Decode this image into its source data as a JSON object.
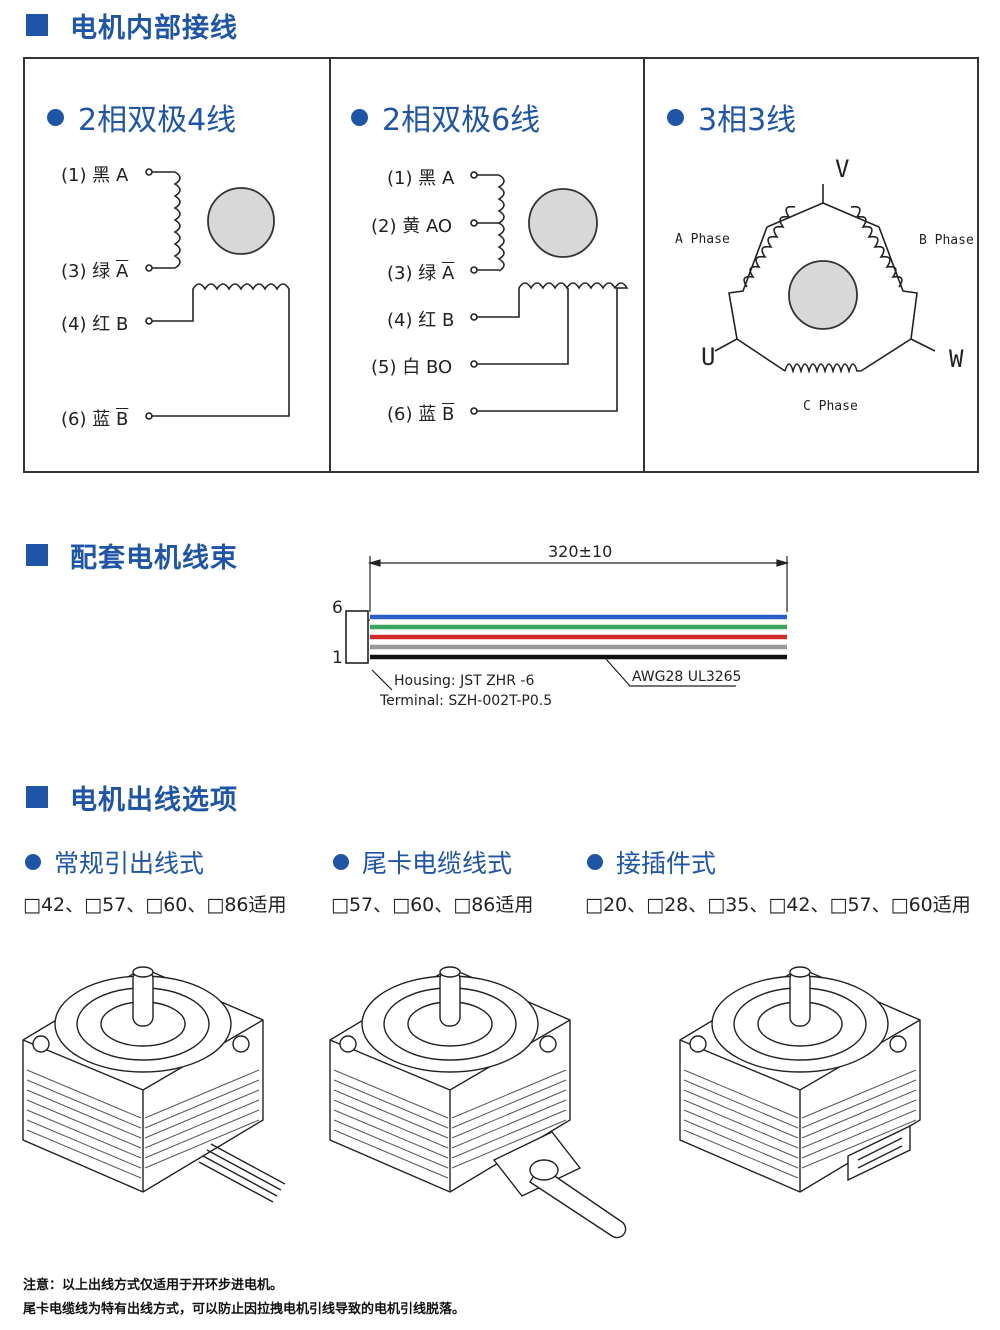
{
  "sections": {
    "wiring_title": "电机内部接线",
    "harness_title": "配套电机线束",
    "options_title": "电机出线选项"
  },
  "wiring": {
    "panel1": {
      "title": "2相双极4线",
      "pins": [
        "(1) 黑 A",
        "(3) 绿 ",
        "(4) 红 B",
        "(6) 蓝 "
      ],
      "bar_letters": [
        "A",
        "B"
      ]
    },
    "panel2": {
      "title": "2相双极6线",
      "pins": [
        "(1) 黑 A",
        "(2) 黄 AO",
        "(3) 绿 ",
        "(4) 红 B",
        "(5) 白 BO",
        "(6) 蓝 "
      ],
      "bar_letters": [
        "A",
        "B"
      ]
    },
    "panel3": {
      "title": "3相3线",
      "terminals": [
        "V",
        "U",
        "W"
      ],
      "phases": [
        "A Phase",
        "B Phase",
        "C Phase"
      ]
    }
  },
  "harness": {
    "length": "320±10",
    "pin_top": "6",
    "pin_bottom": "1",
    "housing": "Housing: JST ZHR -6",
    "terminal": "Terminal: SZH-002T-P0.5",
    "wire": "AWG28 UL3265",
    "wire_colors": [
      "#2a5fc9",
      "#3aa55a",
      "#d12a2a",
      "#9a9a9a",
      "#111111"
    ]
  },
  "options": [
    {
      "title": "常规引出线式",
      "sizes": "□42、□57、□60、□86适用"
    },
    {
      "title": "尾卡电缆线式",
      "sizes": "□57、□60、□86适用"
    },
    {
      "title": "接插件式",
      "sizes": "□20、□28、□35、□42、□57、□60适用"
    }
  ],
  "notes": [
    "注意：以上出线方式仅适用于开环步进电机。",
    "尾卡电缆线为特有出线方式，可以防止因拉拽电机引线导致的电机引线脱落。"
  ],
  "colors": {
    "accent": "#1f55a6",
    "rotor": "#d8d8d8"
  }
}
